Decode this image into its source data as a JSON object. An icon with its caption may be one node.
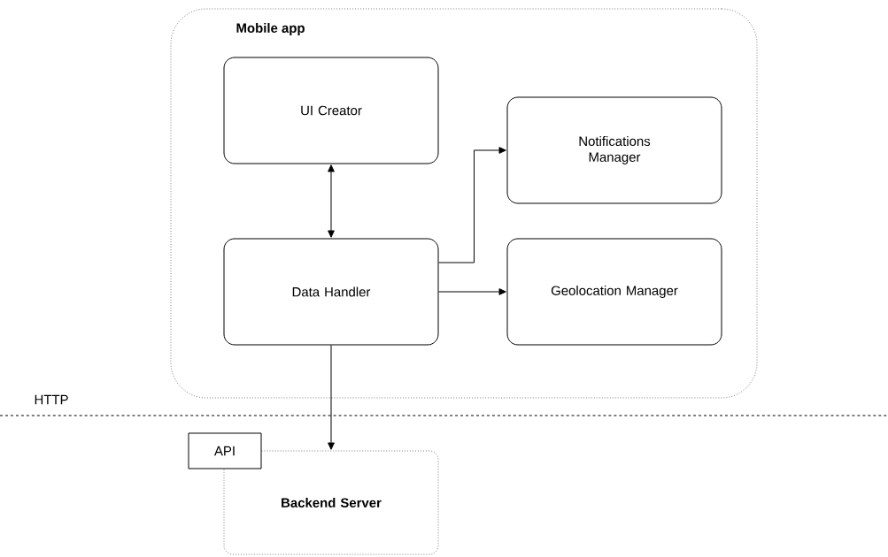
{
  "diagram": {
    "nodes": [
      {
        "text": [
          "Mobile app"
        ]
      },
      {
        "text": [
          "UI Creator"
        ],
        "in": 0
      },
      {
        "text": [
          "Notifications Manager"
        ],
        "in": 0
      },
      {
        "text": [
          "Data Handler"
        ],
        "in": 0
      },
      {
        "text": [
          "Geolocation Manager"
        ],
        "in": 0
      },
      {
        "text": [
          "Backend Server"
        ]
      },
      {
        "text": [
          "API"
        ]
      }
    ],
    "edges": [
      {
        "from": 1,
        "to": 3,
        "arrow": "both"
      },
      {
        "from": 3,
        "to": 2,
        "arrow": "to"
      },
      {
        "from": 3,
        "to": 4,
        "arrow": "to"
      },
      {
        "from": 3,
        "to": 5,
        "arrow": "to"
      }
    ],
    "labels": [
      "HTTP"
    ]
  }
}
